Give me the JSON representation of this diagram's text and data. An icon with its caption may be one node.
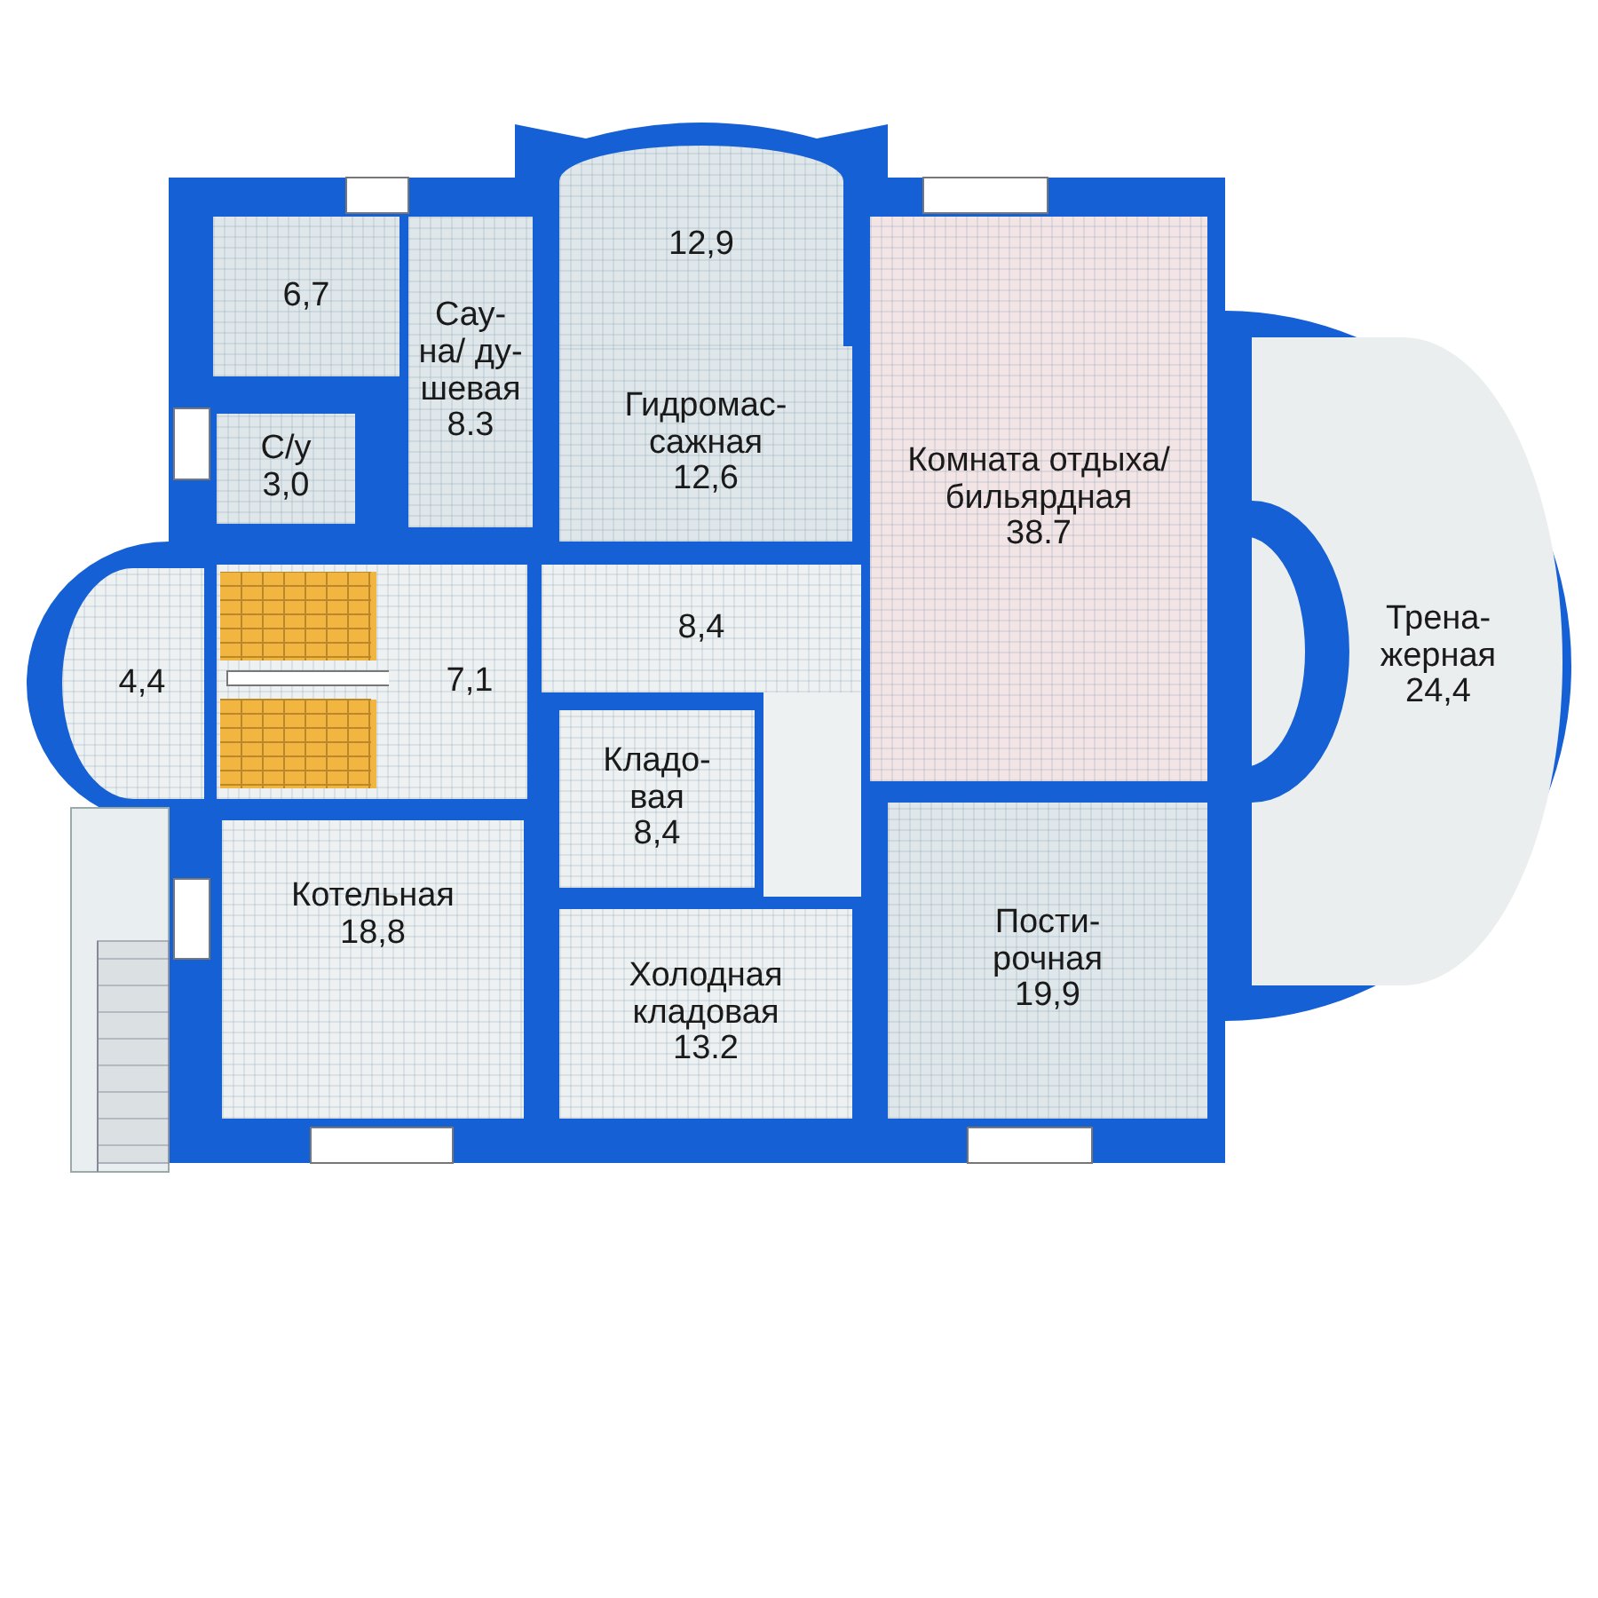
{
  "diagram": {
    "nodes": [
      {
        "text": [
          "12,9"
        ]
      },
      {
        "text": [
          "6,7"
        ]
      },
      {
        "text": [
          "Сау- на/ ду- шевая",
          "8.3"
        ]
      },
      {
        "text": [
          "Гидромас- сажная",
          "12,6"
        ]
      },
      {
        "text": [
          "Комната отдыха/ бильярдная",
          "38.7"
        ]
      },
      {
        "text": [
          "С/у",
          "3,0"
        ]
      },
      {
        "text": [
          "Трена- жерная",
          "24,4"
        ]
      },
      {
        "text": [
          "8,4"
        ]
      },
      {
        "text": [
          "4,4"
        ]
      },
      {
        "text": [
          "7,1"
        ]
      },
      {
        "text": [
          "Кладо- вая",
          "8,4"
        ]
      },
      {
        "text": [
          "Котельная",
          "18,8"
        ]
      },
      {
        "text": [
          "Холодная кладовая",
          "13.2"
        ]
      },
      {
        "text": [
          "Пости- рочная",
          "19,9"
        ]
      }
    ]
  }
}
